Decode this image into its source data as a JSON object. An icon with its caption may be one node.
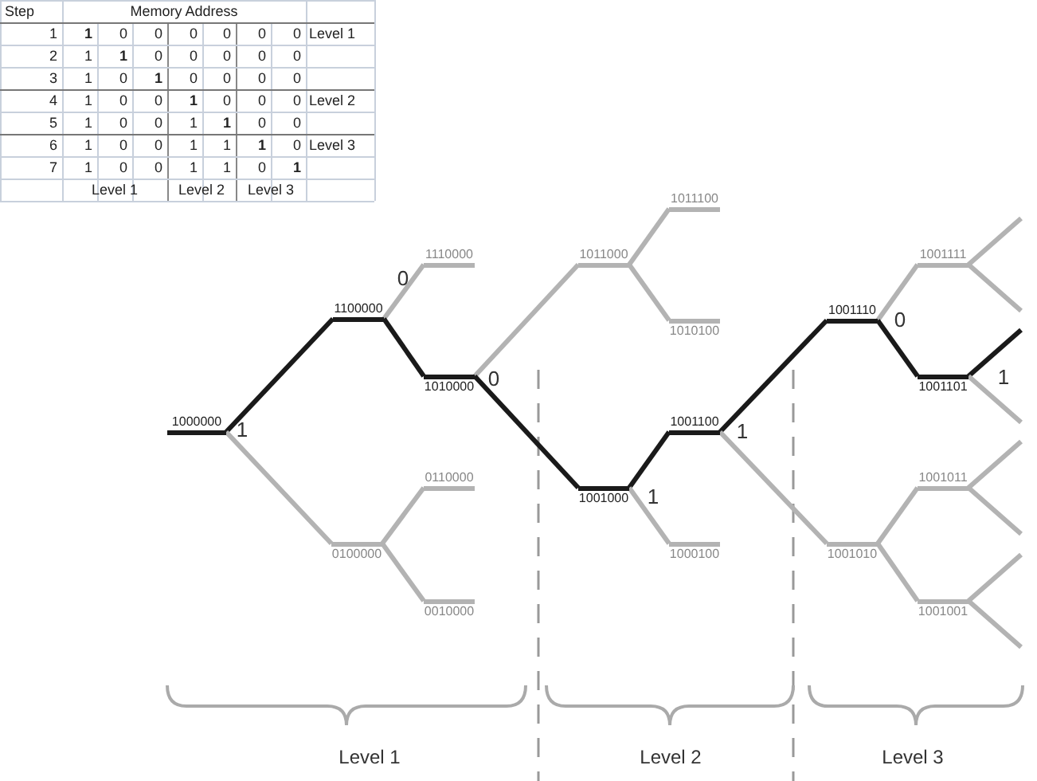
{
  "diagram": {
    "nodes": [
      {
        "text": [
          "1000000"
        ]
      },
      {
        "text": [
          "1100000"
        ]
      },
      {
        "text": [
          "1110000"
        ]
      },
      {
        "text": [
          "1010000"
        ]
      },
      {
        "text": [
          "0100000"
        ]
      },
      {
        "text": [
          "0110000"
        ]
      },
      {
        "text": [
          "0010000"
        ]
      },
      {
        "text": [
          "1011000"
        ]
      },
      {
        "text": [
          "1011100"
        ]
      },
      {
        "text": [
          "1010100"
        ]
      },
      {
        "text": [
          "1001000"
        ]
      },
      {
        "text": [
          "1001100"
        ]
      },
      {
        "text": [
          "1000100"
        ]
      },
      {
        "text": [
          "1001110"
        ]
      },
      {
        "text": [
          "1001111"
        ]
      },
      {
        "text": [
          "1001101"
        ]
      },
      {
        "text": [
          "1001010"
        ]
      },
      {
        "text": [
          "1001011"
        ]
      },
      {
        "text": [
          "1001001"
        ]
      }
    ],
    "edges": [
      {
        "from": 0,
        "to": 1,
        "arrow": "none",
        "color": "#1a1a1a"
      },
      {
        "from": 0,
        "to": 4,
        "arrow": "none"
      },
      {
        "from": 1,
        "to": 2,
        "arrow": "none"
      },
      {
        "from": 1,
        "to": 3,
        "arrow": "none",
        "color": "#1a1a1a"
      },
      {
        "from": 4,
        "to": 5,
        "arrow": "none"
      },
      {
        "from": 4,
        "to": 6,
        "arrow": "none"
      },
      {
        "from": 3,
        "to": 7,
        "arrow": "none"
      },
      {
        "from": 3,
        "to": 10,
        "arrow": "none",
        "color": "#1a1a1a"
      },
      {
        "from": 7,
        "to": 8,
        "arrow": "none"
      },
      {
        "from": 7,
        "to": 9,
        "arrow": "none"
      },
      {
        "from": 10,
        "to": 11,
        "arrow": "none",
        "color": "#1a1a1a"
      },
      {
        "from": 10,
        "to": 12,
        "arrow": "none"
      },
      {
        "from": 11,
        "to": 13,
        "arrow": "none",
        "color": "#1a1a1a"
      },
      {
        "from": 11,
        "to": 16,
        "arrow": "none"
      },
      {
        "from": 13,
        "to": 14,
        "arrow": "none"
      },
      {
        "from": 13,
        "to": 15,
        "arrow": "none",
        "color": "#1a1a1a"
      },
      {
        "from": 16,
        "to": 17,
        "arrow": "none"
      },
      {
        "from": 16,
        "to": 18,
        "arrow": "none"
      },
      {
        "from": 14,
        "to": null,
        "arrow": "none"
      },
      {
        "from": 14,
        "to": null,
        "arrow": "none"
      },
      {
        "from": 15,
        "to": null,
        "arrow": "none",
        "color": "#1a1a1a"
      },
      {
        "from": 15,
        "to": null,
        "arrow": "none"
      },
      {
        "from": 17,
        "to": null,
        "arrow": "none"
      },
      {
        "from": 17,
        "to": null,
        "arrow": "none"
      },
      {
        "from": 18,
        "to": null,
        "arrow": "none"
      },
      {
        "from": 18,
        "to": null,
        "arrow": "none"
      }
    ],
    "labels": [
      "Step",
      "Memory Address",
      "1",
      "**1**",
      "0",
      "0",
      "0",
      "0",
      "0",
      "0",
      "Level 1",
      "2",
      "1",
      "**1**",
      "0",
      "0",
      "0",
      "0",
      "0",
      "3",
      "1",
      "0",
      "**1**",
      "0",
      "0",
      "0",
      "0",
      "4",
      "1",
      "0",
      "0",
      "**1**",
      "0",
      "0",
      "0",
      "Level 2",
      "5",
      "1",
      "0",
      "0",
      "1",
      "**1**",
      "0",
      "0",
      "6",
      "1",
      "0",
      "0",
      "1",
      "1",
      "**1**",
      "0",
      "Level 3",
      "7",
      "1",
      "0",
      "0",
      "1",
      "1",
      "0",
      "**1**",
      "Level 1",
      "Level 2",
      "Level 3",
      "0",
      "0",
      "0",
      "1",
      "1",
      "1",
      "1",
      "Level 1",
      "Level 2",
      "Level 3"
    ]
  }
}
